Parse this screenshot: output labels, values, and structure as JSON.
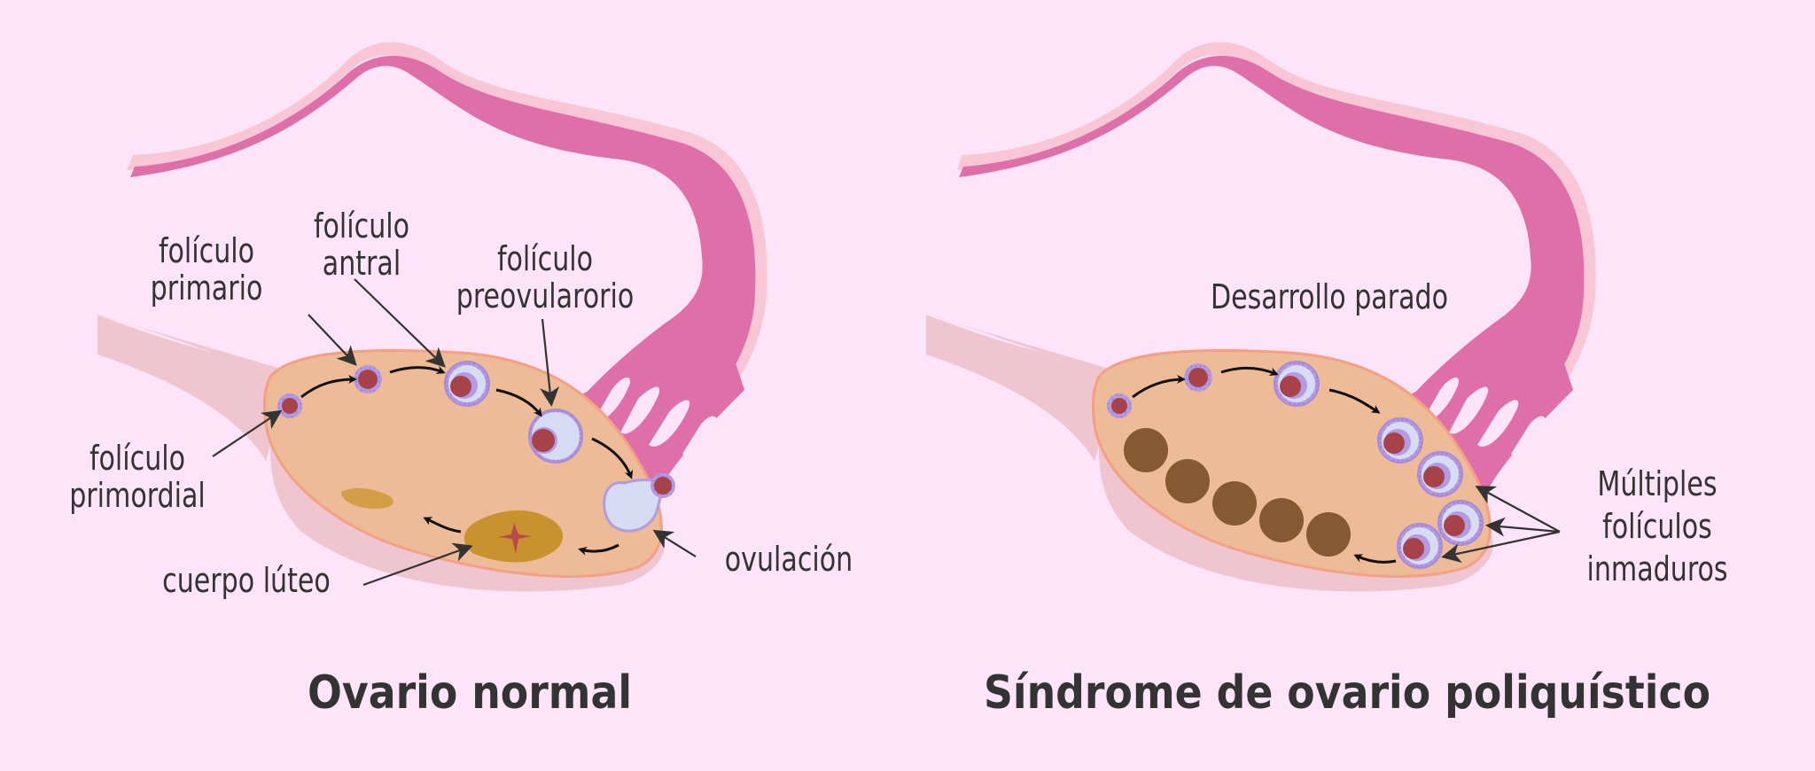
{
  "colors": {
    "background": "#fde4f8",
    "fallopian_tube": "#df6fa8",
    "tube_outline": "#f9c6d6",
    "ligament": "#efc6d0",
    "ovary_fill": "#edbb97",
    "ovary_outline": "#f3a084",
    "oocyte": "#a8424a",
    "follicle_ring": "#b49ae0",
    "antrum": "#d5dcf3",
    "corpus_luteum": "#c8922e",
    "cyst": "#855a32",
    "text": "#333333"
  },
  "left_panel": {
    "title": "Ovario normal",
    "labels": {
      "primary_1": "folículo",
      "primary_2": "primario",
      "antral_1": "folículo",
      "antral_2": "antral",
      "preov_1": "folículo",
      "preov_2": "preovularorio",
      "primordial_1": "folículo",
      "primordial_2": "primordial",
      "ovulation": "ovulación",
      "corpus": "cuerpo lúteo"
    }
  },
  "right_panel": {
    "title": "Síndrome de ovario poliquístico",
    "labels": {
      "arrested": "Desarrollo parado",
      "multiple_1": "Múltiples",
      "multiple_2": "folículos",
      "multiple_3": "inmaduros"
    }
  }
}
